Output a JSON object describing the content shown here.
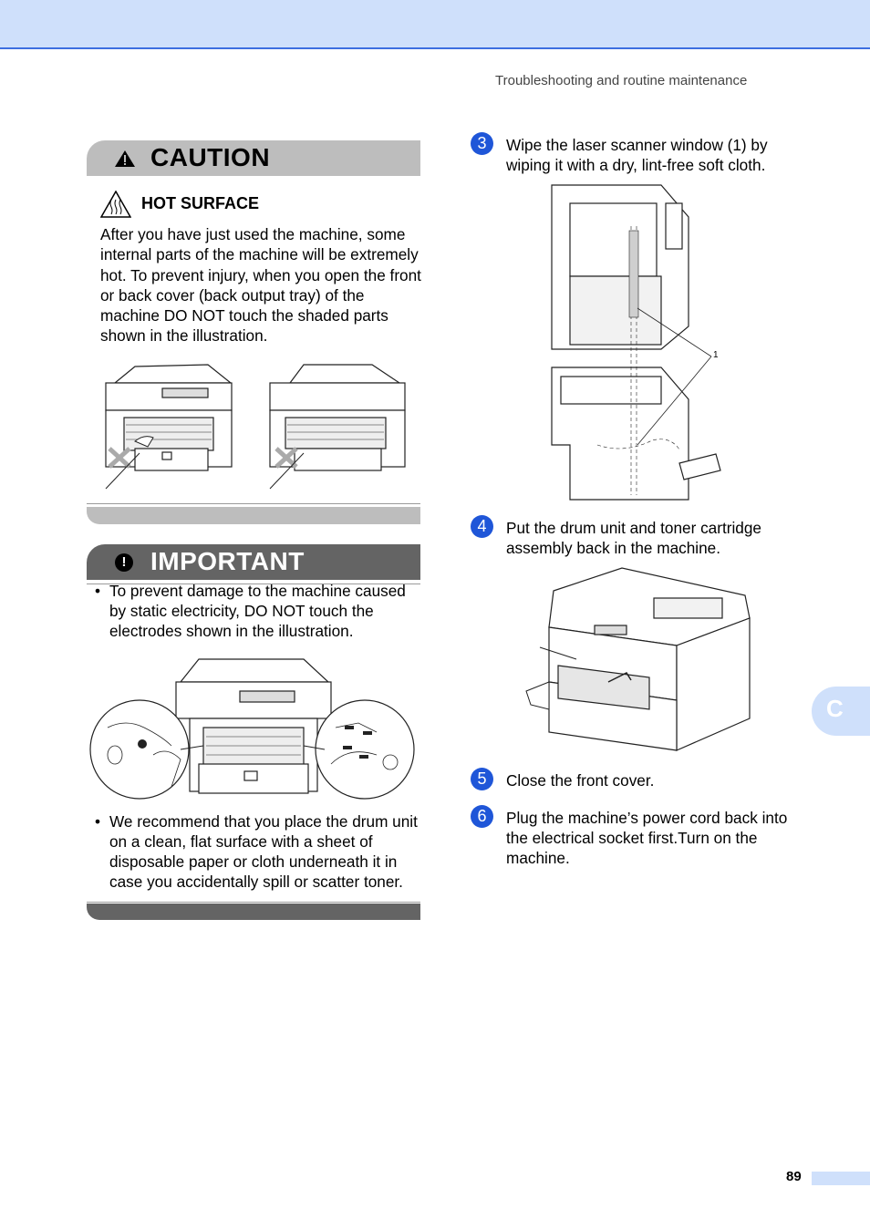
{
  "header": {
    "running_title": "Troubleshooting and routine maintenance"
  },
  "caution": {
    "title": "CAUTION",
    "hot_surface_title": "HOT SURFACE",
    "body": "After you have just used the machine, some internal parts of the machine will be extremely hot. To prevent injury, when you open the front or back cover (back output tray) of the machine DO NOT touch the shaded parts shown in the illustration."
  },
  "important": {
    "title": "IMPORTANT",
    "bullet_symbol": "•",
    "bullet1": "To prevent damage to the machine caused by static electricity, DO NOT touch the electrodes shown in the illustration.",
    "bullet2": "We recommend that you place the drum unit on a clean, flat surface with a sheet of disposable paper or cloth underneath it in case you accidentally spill or scatter toner."
  },
  "steps": [
    {
      "number": "3",
      "text": "Wipe the laser scanner window (1) by wiping it with a dry, lint-free soft cloth."
    },
    {
      "number": "4",
      "text": "Put the drum unit and toner cartridge assembly back in the machine."
    },
    {
      "number": "5",
      "text": "Close the front cover."
    },
    {
      "number": "6",
      "text": "Plug the machine’s power cord back into the electrical socket first.Turn on the machine."
    }
  ],
  "step3_callout": "1",
  "side_tab": "C",
  "page_number": "89",
  "colors": {
    "accent_blue": "#1f56d8",
    "band": "#cfe0fb",
    "caution_grey": "#bdbdbd",
    "important_grey": "#646464"
  }
}
